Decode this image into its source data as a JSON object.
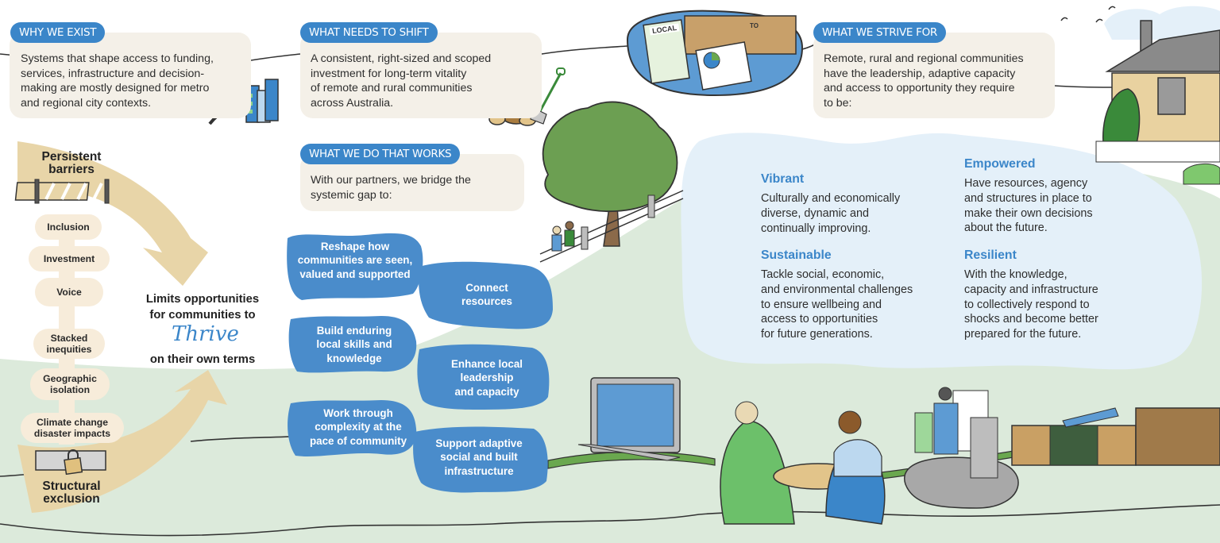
{
  "colors": {
    "accent_blue": "#3b86c9",
    "card_beige": "#f4f0e8",
    "arrow_tan": "#e8d5a8",
    "stone_cream": "#f7ecda",
    "hill_green": "#dceadb",
    "panel_blue": "#e4f0f9",
    "text_dark": "#2e2e2e"
  },
  "why_we_exist": {
    "badge": "Why we exist",
    "text_lines": [
      "Systems that shape access to funding,",
      "services, infrastructure and decision-",
      "making are mostly designed for metro",
      "and regional city contexts."
    ]
  },
  "what_needs_to_shift": {
    "badge": "What needs to shift",
    "text_lines": [
      "A consistent, right-sized and scoped",
      "investment for long-term vitality",
      "of remote and rural communities",
      "across Australia."
    ]
  },
  "what_we_do": {
    "badge": "What we do that works",
    "text_lines": [
      "With our partners, we bridge the",
      "systemic gap to:"
    ],
    "actions": [
      {
        "lines": [
          "Reshape how",
          "communities are seen,",
          "valued and supported"
        ]
      },
      {
        "lines": [
          "Connect",
          "resources"
        ]
      },
      {
        "lines": [
          "Build enduring",
          "local skills and",
          "knowledge"
        ]
      },
      {
        "lines": [
          "Enhance local",
          "leadership",
          "and capacity"
        ]
      },
      {
        "lines": [
          "Work through",
          "complexity at the",
          "pace of community"
        ]
      },
      {
        "lines": [
          "Support adaptive",
          "social and built",
          "infrastructure"
        ]
      }
    ]
  },
  "what_we_strive_for": {
    "badge": "What we strive for",
    "text_lines": [
      "Remote, rural and regional communities",
      "have the leadership, adaptive capacity",
      "and access to opportunity they require",
      "to be:"
    ],
    "outcomes": [
      {
        "title": "Vibrant",
        "lines": [
          "Culturally and economically",
          "diverse, dynamic and",
          "continually improving."
        ]
      },
      {
        "title": "Empowered",
        "lines": [
          "Have resources, agency",
          "and structures in place to",
          "make their own decisions",
          "about the future."
        ]
      },
      {
        "title": "Sustainable",
        "lines": [
          "Tackle social, economic,",
          "and environmental challenges",
          "to ensure wellbeing and",
          "access to opportunities",
          "for future generations."
        ]
      },
      {
        "title": "Resilient",
        "lines": [
          "With the knowledge,",
          "capacity and infrastructure",
          "to collectively respond to",
          "shocks and become better",
          "prepared for the future."
        ]
      }
    ]
  },
  "barriers": {
    "top_label": [
      "Persistent",
      "barriers"
    ],
    "bottom_label": [
      "Structural",
      "exclusion"
    ],
    "stones": [
      {
        "lines": [
          "Inclusion"
        ]
      },
      {
        "lines": [
          "Investment"
        ]
      },
      {
        "lines": [
          "Voice"
        ]
      },
      {
        "lines": [
          "Stacked",
          "inequities"
        ]
      },
      {
        "lines": [
          "Geographic",
          "isolation"
        ]
      },
      {
        "lines": [
          "Climate change",
          "disaster impacts"
        ]
      }
    ],
    "limits_lines": [
      "Limits opportunities",
      "for communities to"
    ],
    "thrive": "Thrive",
    "own_terms": "on their own terms"
  },
  "illustrations": {
    "newspaper_label": "LOCAL",
    "town_sign": "TO"
  }
}
